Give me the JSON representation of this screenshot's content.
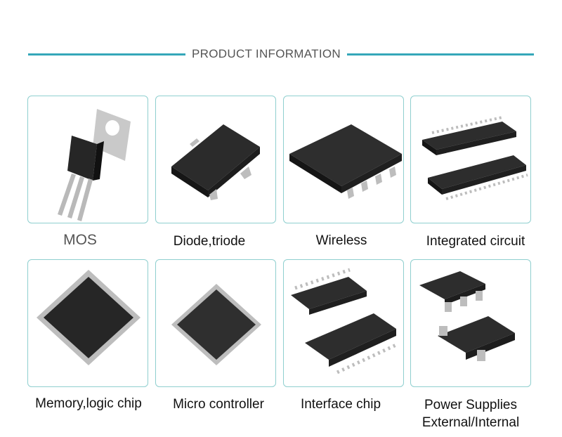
{
  "header": {
    "title": "PRODUCT INFORMATION"
  },
  "products": [
    {
      "label": "MOS",
      "icon": "to220-transistor-icon"
    },
    {
      "label": "Diode,triode",
      "icon": "sot23-transistor-icon"
    },
    {
      "label": "Wireless",
      "icon": "soic8-chip-icon"
    },
    {
      "label": "Integrated circuit",
      "icon": "ssop-chip-pair-icon"
    },
    {
      "label": "Memory,logic chip",
      "icon": "qfp-large-chip-icon"
    },
    {
      "label": "Micro controller",
      "icon": "lqfp-chip-icon"
    },
    {
      "label": "Interface chip",
      "icon": "soic-chip-pair-icon"
    },
    {
      "label_line1": "Power Supplies",
      "label_line2": "External/Internal",
      "icon": "sot-regulator-pair-icon"
    }
  ]
}
